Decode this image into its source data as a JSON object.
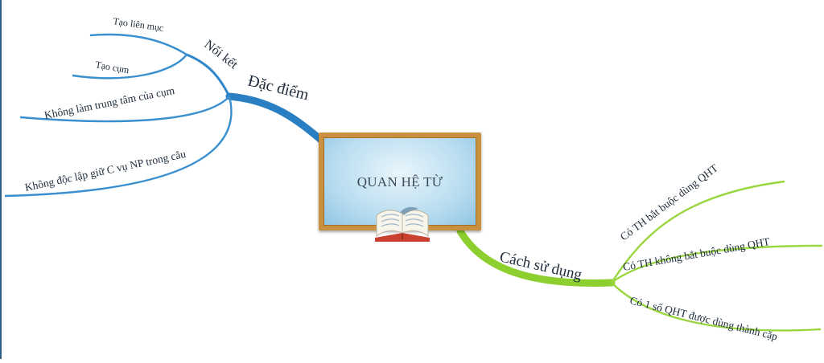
{
  "center": {
    "title": "QUAN HỆ TỪ",
    "icon": "open-book-icon"
  },
  "branches": [
    {
      "label": "Đặc điểm",
      "color": "#2a7fc2",
      "children": [
        {
          "label": "Nối kết",
          "children": [
            "Tạo liên mục",
            "Tạo cụm"
          ]
        },
        {
          "label": "Không làm trung tâm của cụm",
          "children": []
        },
        {
          "label": "Không độc lập giữ C vụ NP trong câu",
          "children": []
        }
      ]
    },
    {
      "label": "Cách sử dụng",
      "color": "#8ccf2e",
      "children": [
        {
          "label": "Có TH bắt buộc dùng QHT",
          "children": []
        },
        {
          "label": "Có TH không bắt buộc dùng QHT",
          "children": []
        },
        {
          "label": "Có 1 số QHT được dùng thành cặp",
          "children": []
        }
      ]
    }
  ]
}
